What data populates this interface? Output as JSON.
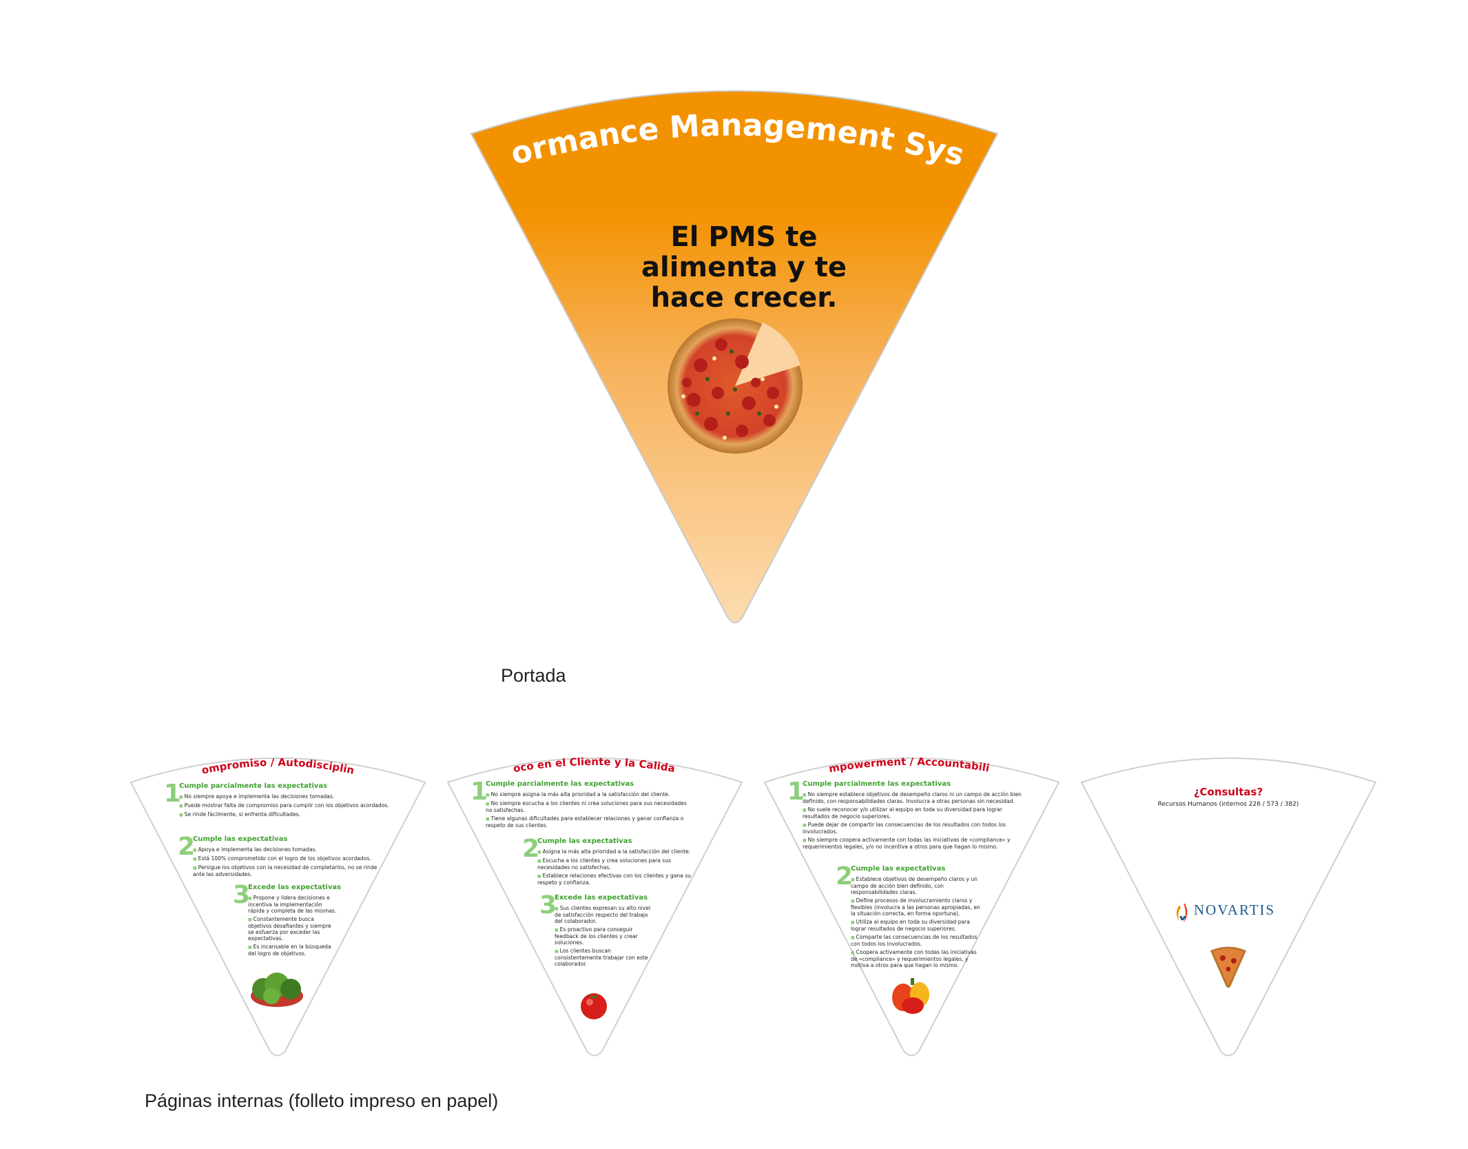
{
  "cover": {
    "arc_title": "Performance Management System",
    "headline": [
      "El PMS te",
      "alimenta y te",
      "hace crecer."
    ],
    "colors": {
      "orange": "#f39200",
      "peach": "#fddcb0"
    },
    "image": "pizza-with-missing-slice"
  },
  "captions": {
    "cover": "Portada",
    "inner": "Páginas internas (folleto impreso en papel)"
  },
  "panels": [
    {
      "title": "Compromiso / Autodisciplina",
      "sections": [
        {
          "num": "1",
          "heading": "Cumple parcialmente las expectativas",
          "items": [
            "No siempre apoya e implementa las decisiones tomadas.",
            "Puede mostrar falta de compromiso para cumplir con  los objetivos acordados.",
            "Se rinde fácilmente, si enfrenta dificultades."
          ]
        },
        {
          "num": "2",
          "heading": "Cumple las expectativas",
          "items": [
            "Apoya e implementa las decisiones tomadas.",
            "Está 100% comprometido con el logro de los objetivos acordados.",
            "Persigue los objetivos con la necesidad de completarlos, no se rinde ante las adversidades."
          ]
        },
        {
          "num": "3",
          "heading": "Excede las expectativas",
          "items": [
            "Propone y lidera decisiones e incentiva la implementación rápida y completa de las mismas.",
            "Constantemente busca objetivos desafiantes y siempre se esfuerza por exceder las expectativas.",
            "Es incansable en la búsqueda del logro de objetivos."
          ]
        }
      ],
      "image": "lettuce-vegetables"
    },
    {
      "title": "Foco en el Cliente y la Calidad",
      "sections": [
        {
          "num": "1",
          "heading": "Cumple parcialmente las expectativas",
          "items": [
            "No siempre asigna la más alta prioridad a la satisfacción del cliente.",
            "No siempre escucha a los clientes ni crea soluciones para sus necesidades no satisfechas.",
            "Tiene algunas dificultades para establecer relaciones y ganar confianza o respeto de sus clientes."
          ]
        },
        {
          "num": "2",
          "heading": "Cumple las expectativas",
          "items": [
            "Asigna la más alta prioridad a la satisfacción del cliente.",
            "Escucha a los clientes y crea soluciones para sus necesidades no satisfechas.",
            "Establece relaciones efectivas con los clientes y gana su respeto y confianza."
          ]
        },
        {
          "num": "3",
          "heading": "Excede las expectativas",
          "items": [
            "Sus clientes expresan su alto nivel de satisfacción respecto del trabajo del colaborador.",
            "Es proactivo para conseguir feedback de los clientes y crear soluciones.",
            "Los clientes buscan consistentemente trabajar con este colaborador."
          ]
        }
      ],
      "image": "tomato"
    },
    {
      "title": "Empowerment / Accountability",
      "sections": [
        {
          "num": "1",
          "heading": "Cumple parcialmente  las expectativas",
          "items": [
            "No siempre establece objetivos de desempeño claros ni un campo de acción bien definido, con responsabilidades claras. Involucra a otras personas sin necesidad.",
            "No suele reconocer y/o utilizar al equipo en toda su diversidad para lograr resultados de negocio superiores.",
            "Puede dejar de compartir las consecuencias de los resultados con todos los involucrados.",
            "No siempre coopera activamente con todas las iniciativas de «compliance» y requerimientos legales, y/o no incentiva a otros para que hagan lo mismo."
          ]
        },
        {
          "num": "2",
          "heading": "Cumple las expectativas",
          "items": [
            "Establece objetivos de desempeño claros y un campo de acción bien definido, con responsabilidades claras.",
            "Define procesos de involucramiento claros y flexibles (involucra a las personas apropiadas, en la situación correcta, en forma oportuna).",
            "Utiliza al equipo en toda su diversidad para lograr resultados de negocio superiores.",
            "Comparte las consecuencias de los resultados con todos los involucrados.",
            "Coopera activamente con todas las iniciativas de «compliance» y requerimientos legales, y motiva a otros para que hagan lo mismo."
          ]
        }
      ],
      "image": "bell-peppers"
    },
    {
      "title": "¿Consultas?",
      "subtitle": "Recursos Humanos (internos 226 / 573 / 382)",
      "logo_text": "NOVARTIS",
      "image": "pizza-slice"
    }
  ]
}
